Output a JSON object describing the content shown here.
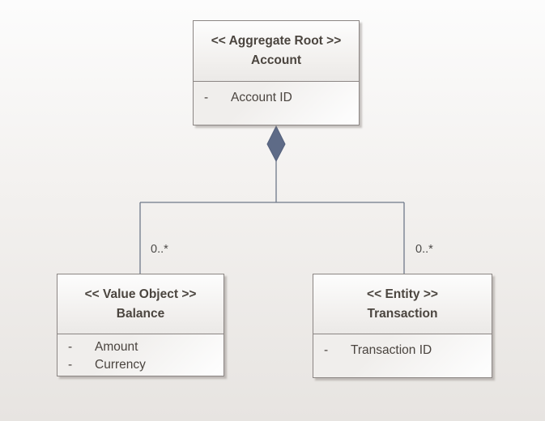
{
  "diagram": {
    "classes": [
      {
        "id": "account",
        "stereotype": "<< Aggregate Root >>",
        "name": "Account",
        "attributes": [
          {
            "visibility": "-",
            "name": "Account ID"
          }
        ]
      },
      {
        "id": "balance",
        "stereotype": "<< Value Object >>",
        "name": "Balance",
        "attributes": [
          {
            "visibility": "-",
            "name": "Amount"
          },
          {
            "visibility": "-",
            "name": "Currency"
          }
        ]
      },
      {
        "id": "transaction",
        "stereotype": "<< Entity >>",
        "name": "Transaction",
        "attributes": [
          {
            "visibility": "-",
            "name": "Transaction ID"
          }
        ]
      }
    ],
    "relationships": [
      {
        "from": "Account",
        "to": "Balance",
        "type": "composition",
        "multiplicity": "0..*"
      },
      {
        "from": "Account",
        "to": "Transaction",
        "type": "composition",
        "multiplicity": "0..*"
      }
    ],
    "colors": {
      "background_top": "#fcfcfc",
      "background_bottom": "#e7e4e1",
      "box_border": "#8b8583",
      "header_text": "#4b453f",
      "attr_text": "#4a443f",
      "diamond_fill": "#5e6b87",
      "diamond_stroke": "#55617c",
      "line": "#6e7889",
      "multiplicity_text": "#4c4a48"
    }
  }
}
